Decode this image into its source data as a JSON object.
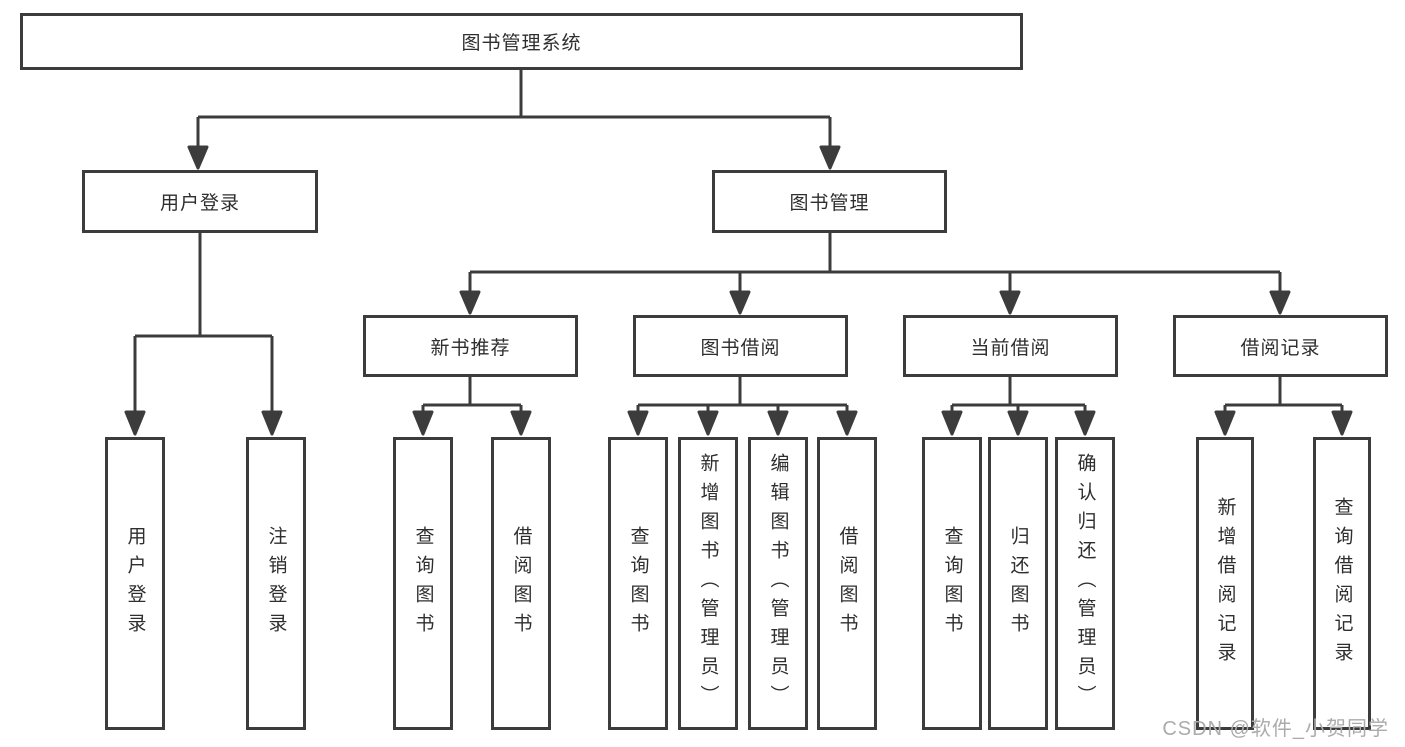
{
  "watermark": "CSDN @软件_小贺同学",
  "colors": {
    "line": "#3c3c3c",
    "box_border": "#3c3c3c",
    "text": "#2e2e2e",
    "background": "#ffffff",
    "watermark": "#ababab"
  },
  "tree": {
    "label": "图书管理系统",
    "children": [
      {
        "label": "用户登录",
        "children": [
          {
            "label": "用户登录"
          },
          {
            "label": "注销登录"
          }
        ]
      },
      {
        "label": "图书管理",
        "children": [
          {
            "label": "新书推荐",
            "children": [
              {
                "label": "查询图书"
              },
              {
                "label": "借阅图书"
              }
            ]
          },
          {
            "label": "图书借阅",
            "children": [
              {
                "label": "查询图书"
              },
              {
                "label": "新增图书（管理员）"
              },
              {
                "label": "编辑图书（管理员）"
              },
              {
                "label": "借阅图书"
              }
            ]
          },
          {
            "label": "当前借阅",
            "children": [
              {
                "label": "查询图书"
              },
              {
                "label": "归还图书"
              },
              {
                "label": "确认归还（管理员）"
              }
            ]
          },
          {
            "label": "借阅记录",
            "children": [
              {
                "label": "新增借阅记录"
              },
              {
                "label": "查询借阅记录"
              }
            ]
          }
        ]
      }
    ]
  }
}
